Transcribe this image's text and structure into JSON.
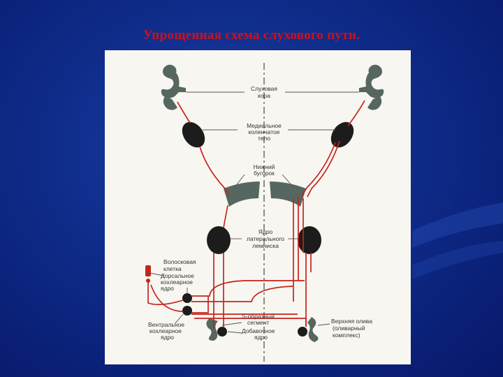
{
  "slide": {
    "title": "Упрощенная схема слухового пути."
  },
  "diagram": {
    "labels": {
      "cortex_1": "Слуховая",
      "cortex_2": "кора",
      "mgb_1": "Медиальное",
      "mgb_2": "коленчатое",
      "mgb_3": "тело",
      "ic_1": "Нижний",
      "ic_2": "бугорок",
      "ll_1": "Ядро",
      "ll_2": "латерального",
      "ll_3": "лемниска",
      "hair_1": "Волосковая",
      "hair_2": "клетка",
      "dcn_1": "Дорсальное",
      "dcn_2": "кохлеарное",
      "dcn_3": "ядро",
      "vcn_1": "Вентральное",
      "vcn_2": "кохлеарное",
      "vcn_3": "ядро",
      "sseg_1": "S-образный",
      "sseg_2": "сегмент",
      "acc_1": "Добавочное",
      "acc_2": "ядро",
      "so_1": "Верхняя олива",
      "so_2": "(оливарный",
      "so_3": "комплекс)"
    },
    "colors": {
      "pathway": "#c8221c",
      "nucleus": "#1c1c1c",
      "tissue": "#566760",
      "leader": "#555555"
    }
  }
}
